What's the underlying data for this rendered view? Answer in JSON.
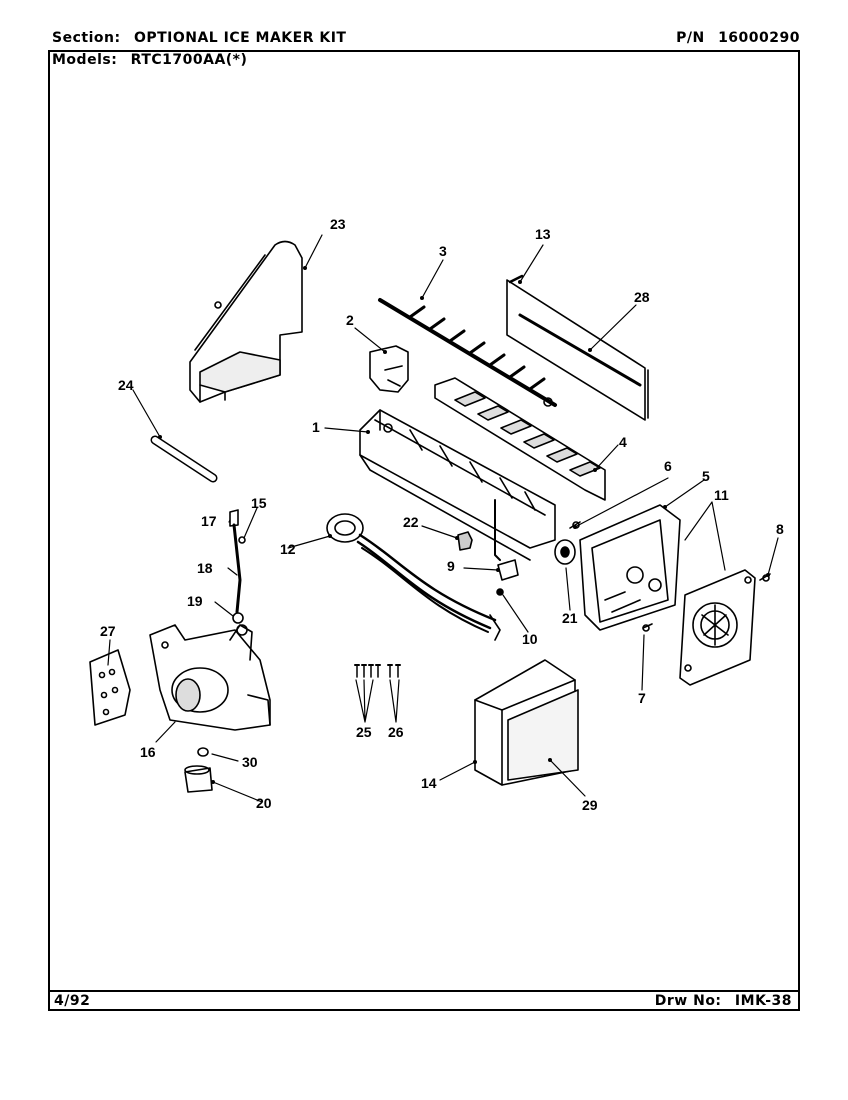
{
  "header": {
    "section_label": "Section:",
    "section_value": "OPTIONAL ICE MAKER KIT",
    "pn_label": "P/N",
    "pn_value": "16000290",
    "models_label": "Models:",
    "models_value": "RTC1700AA(*)"
  },
  "footer": {
    "date": "4/92",
    "drw_label": "Drw No:",
    "drw_value": "IMK-38"
  },
  "callouts": [
    "1",
    "2",
    "3",
    "4",
    "5",
    "6",
    "7",
    "8",
    "9",
    "10",
    "11",
    "12",
    "13",
    "14",
    "15",
    "16",
    "17",
    "18",
    "19",
    "20",
    "21",
    "22",
    "23",
    "24",
    "25",
    "26",
    "27",
    "28",
    "29",
    "30"
  ],
  "colors": {
    "ink": "#000000",
    "paper": "#ffffff",
    "tint": "#cccccc"
  }
}
